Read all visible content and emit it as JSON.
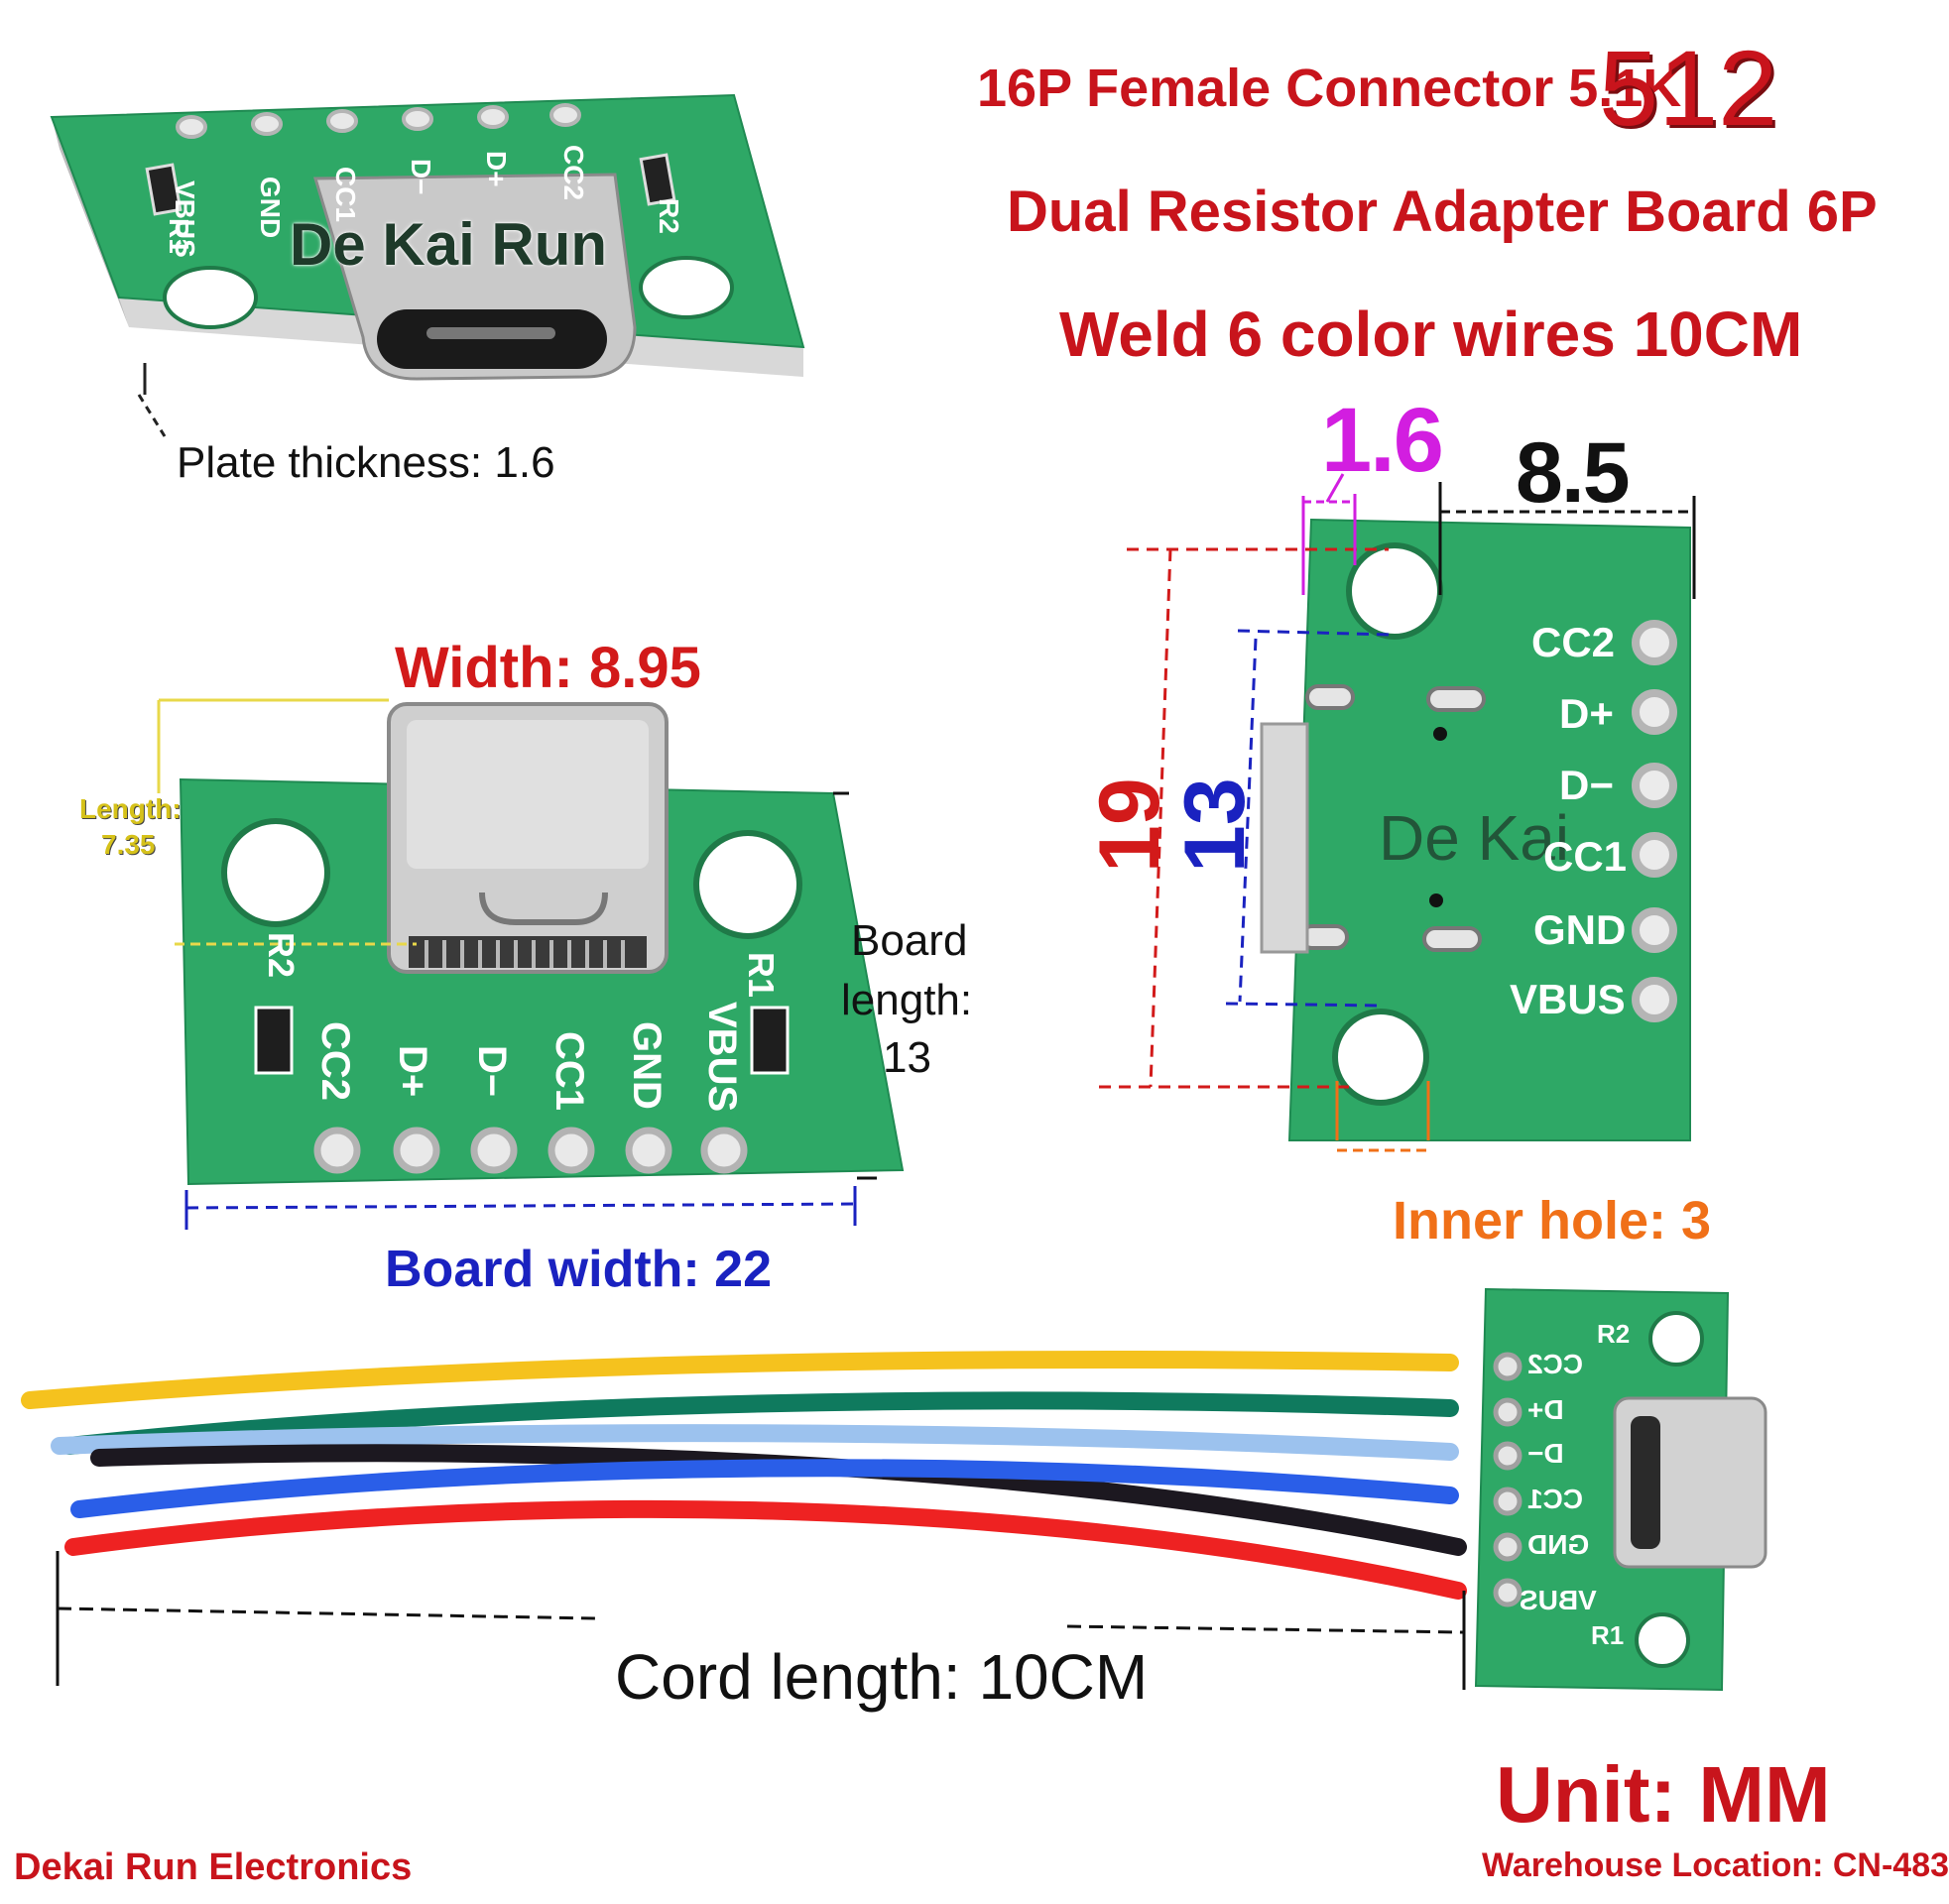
{
  "header": {
    "line1": "16P Female Connector 5.1K",
    "code": "512",
    "line2": "Dual Resistor Adapter Board 6P",
    "line3": "Weld 6 color wires 10CM"
  },
  "watermark": "De Kai Run",
  "watermark_short": "De Kai",
  "resistor_code": "512",
  "pins": [
    "CC2",
    "D+",
    "D−",
    "CC1",
    "GND",
    "VBUS"
  ],
  "pins_top": [
    "VBUS",
    "GND",
    "CC1",
    "D−",
    "D+",
    "CC2"
  ],
  "resistors": [
    "R1",
    "R2"
  ],
  "dimensions": {
    "plate_thickness": "Plate thickness: 1.6",
    "width": "Width: 8.95",
    "length_a": "Length:",
    "length_b": "7.35",
    "board_length_a": "Board",
    "board_length_b": "length:",
    "board_length_c": "13",
    "board_width": "Board width: 22",
    "d16": "1.6",
    "d85": "8.5",
    "d19": "19",
    "d13": "13",
    "inner_hole": "Inner hole: 3",
    "cord_length": "Cord length: 10CM"
  },
  "footer": {
    "unit": "Unit: MM",
    "brand": "Dekai Run Electronics",
    "warehouse": "Warehouse Location: CN-483"
  },
  "colors": {
    "pcb": "#2ea866",
    "title_red": "#c8141c",
    "magenta": "#d21ee0",
    "blue": "#1a22c0",
    "orange": "#f07018",
    "yellow": "#d6c21a",
    "wires": [
      "#f5c21e",
      "#0f7a5e",
      "#9cc2ee",
      "#1c1820",
      "#2a5ee8",
      "#ee2222"
    ]
  }
}
